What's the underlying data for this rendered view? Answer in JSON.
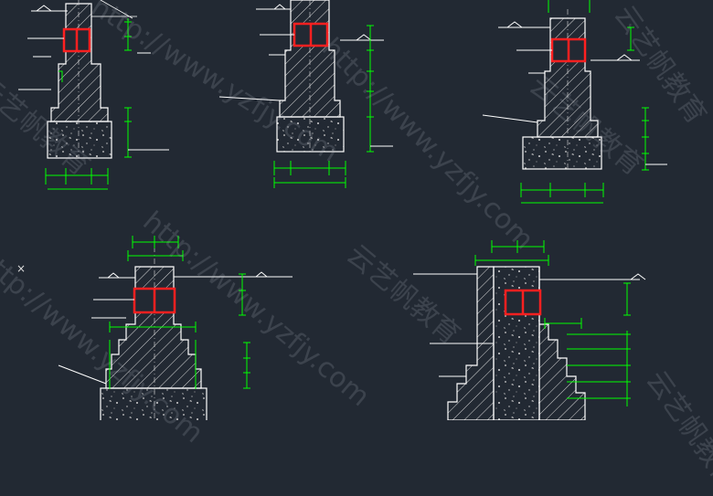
{
  "app": {
    "background": "#222933",
    "line_color": "#ffffff",
    "dimension_color": "#00ff00",
    "beam_color": "#ff0000",
    "hatch_color": "#e6e6e6"
  },
  "watermarks": {
    "url": "http://www.yzfjy.com",
    "brand": "云艺帆教育"
  },
  "drawings": [
    {
      "id": "footing-a",
      "type": "masonry-strip-footing-with-ring-beam",
      "beam_cells": 2
    },
    {
      "id": "footing-b",
      "type": "masonry-strip-footing-with-ring-beam",
      "beam_cells": 2
    },
    {
      "id": "footing-c",
      "type": "masonry-strip-footing-with-ring-beam",
      "beam_cells": 2
    },
    {
      "id": "footing-d",
      "type": "stepped-masonry-footing-with-ring-beam",
      "beam_cells": 2
    },
    {
      "id": "footing-e",
      "type": "stepped-masonry-footing-with-ring-beam",
      "beam_cells": 2
    }
  ]
}
